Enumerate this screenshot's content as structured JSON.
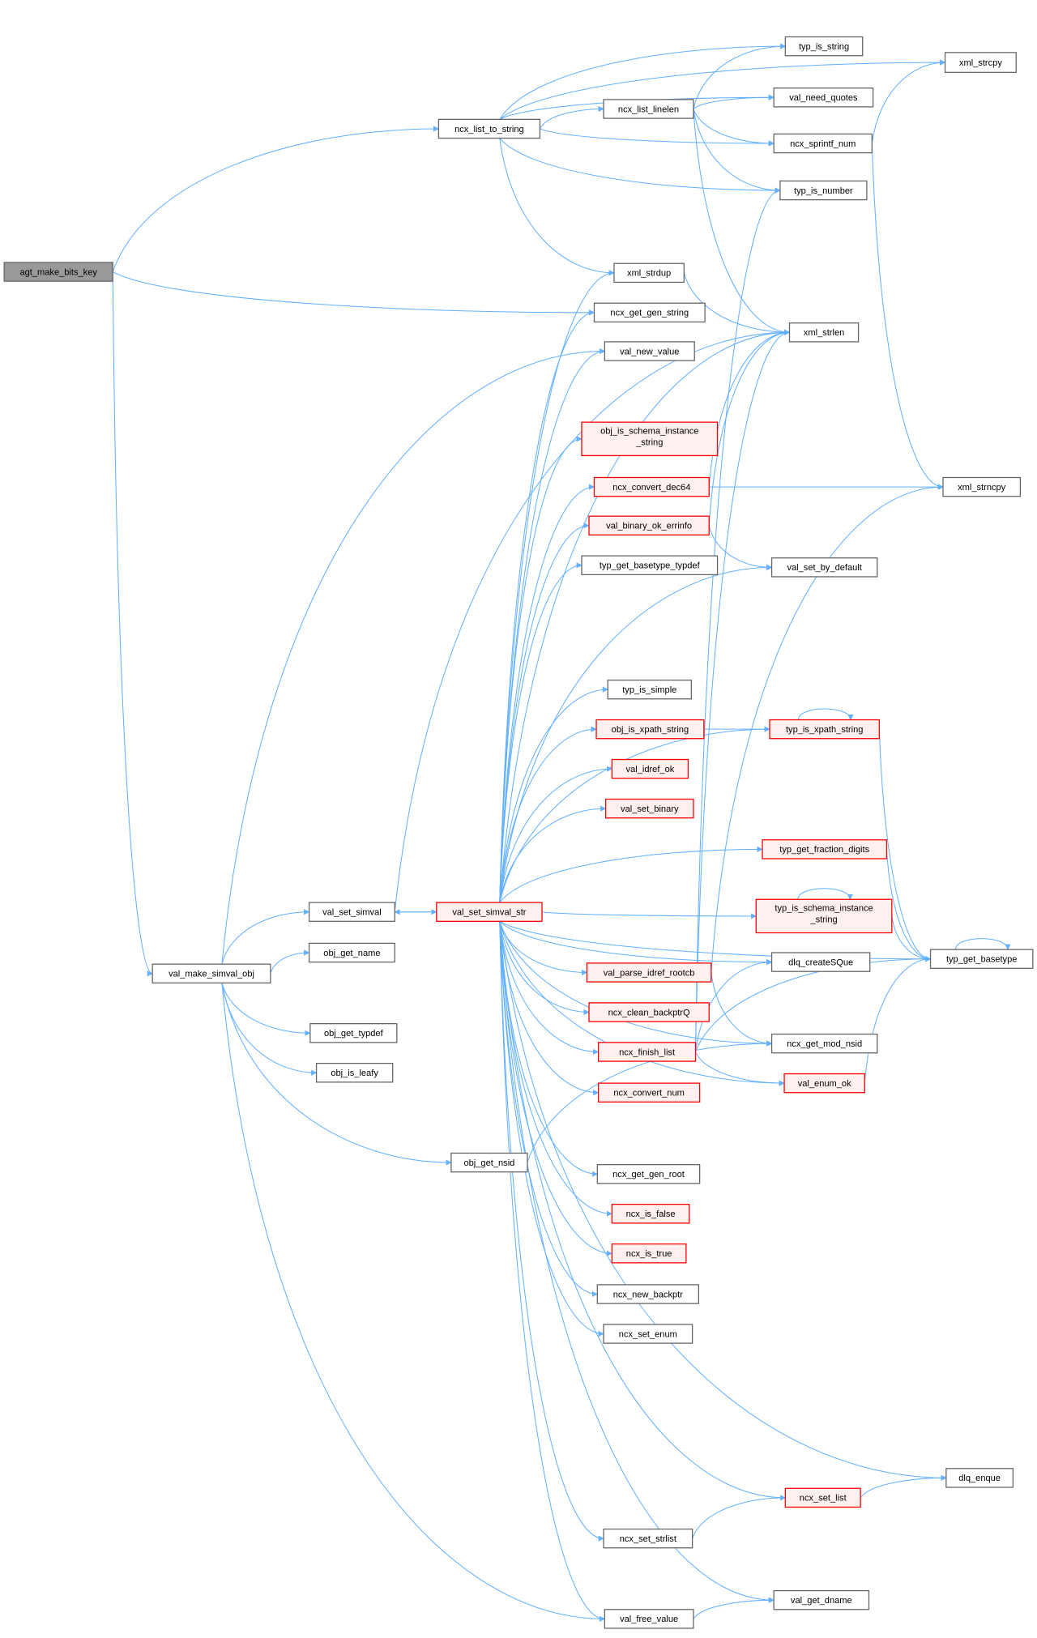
{
  "colors": {
    "edge": "#63b1ff",
    "node_fill": "#ffffff",
    "node_border": "#666666",
    "highlight_fill": "#fff0f0",
    "highlight_border": "#ff0000",
    "root_fill": "#999999"
  },
  "nodes": [
    {
      "id": "agt_make_bits_key",
      "lines": [
        "agt_make_bits_key"
      ],
      "kind": "root"
    },
    {
      "id": "ncx_list_to_string",
      "lines": [
        "ncx_list_to_string"
      ],
      "kind": "normal"
    },
    {
      "id": "typ_is_string",
      "lines": [
        "typ_is_string"
      ],
      "kind": "normal"
    },
    {
      "id": "xml_strcpy",
      "lines": [
        "xml_strcpy"
      ],
      "kind": "normal"
    },
    {
      "id": "val_need_quotes",
      "lines": [
        "val_need_quotes"
      ],
      "kind": "normal"
    },
    {
      "id": "ncx_list_linelen",
      "lines": [
        "ncx_list_linelen"
      ],
      "kind": "normal"
    },
    {
      "id": "ncx_sprintf_num",
      "lines": [
        "ncx_sprintf_num"
      ],
      "kind": "normal"
    },
    {
      "id": "typ_is_number",
      "lines": [
        "typ_is_number"
      ],
      "kind": "normal"
    },
    {
      "id": "xml_strdup",
      "lines": [
        "xml_strdup"
      ],
      "kind": "normal"
    },
    {
      "id": "ncx_get_gen_string",
      "lines": [
        "ncx_get_gen_string"
      ],
      "kind": "normal"
    },
    {
      "id": "xml_strlen",
      "lines": [
        "xml_strlen"
      ],
      "kind": "normal"
    },
    {
      "id": "val_new_value",
      "lines": [
        "val_new_value"
      ],
      "kind": "normal"
    },
    {
      "id": "obj_is_schema_instance_string",
      "lines": [
        "obj_is_schema_instance",
        "_string"
      ],
      "kind": "highlight"
    },
    {
      "id": "ncx_convert_dec64",
      "lines": [
        "ncx_convert_dec64"
      ],
      "kind": "highlight"
    },
    {
      "id": "xml_strncpy",
      "lines": [
        "xml_strncpy"
      ],
      "kind": "normal"
    },
    {
      "id": "val_binary_ok_errinfo",
      "lines": [
        "val_binary_ok_errinfo"
      ],
      "kind": "highlight"
    },
    {
      "id": "typ_get_basetype_typdef",
      "lines": [
        "typ_get_basetype_typdef"
      ],
      "kind": "normal"
    },
    {
      "id": "val_set_by_default",
      "lines": [
        "val_set_by_default"
      ],
      "kind": "normal"
    },
    {
      "id": "typ_is_simple",
      "lines": [
        "typ_is_simple"
      ],
      "kind": "normal"
    },
    {
      "id": "obj_is_xpath_string",
      "lines": [
        "obj_is_xpath_string"
      ],
      "kind": "highlight"
    },
    {
      "id": "typ_is_xpath_string",
      "lines": [
        "typ_is_xpath_string"
      ],
      "kind": "highlight"
    },
    {
      "id": "val_idref_ok",
      "lines": [
        "val_idref_ok"
      ],
      "kind": "highlight"
    },
    {
      "id": "val_set_binary",
      "lines": [
        "val_set_binary"
      ],
      "kind": "highlight"
    },
    {
      "id": "typ_get_fraction_digits",
      "lines": [
        "typ_get_fraction_digits"
      ],
      "kind": "highlight"
    },
    {
      "id": "val_set_simval",
      "lines": [
        "val_set_simval"
      ],
      "kind": "normal"
    },
    {
      "id": "val_set_simval_str",
      "lines": [
        "val_set_simval_str"
      ],
      "kind": "highlight"
    },
    {
      "id": "typ_is_schema_instance_string",
      "lines": [
        "typ_is_schema_instance",
        "_string"
      ],
      "kind": "highlight"
    },
    {
      "id": "obj_get_name",
      "lines": [
        "obj_get_name"
      ],
      "kind": "normal"
    },
    {
      "id": "val_make_simval_obj",
      "lines": [
        "val_make_simval_obj"
      ],
      "kind": "normal"
    },
    {
      "id": "dlq_createSQue",
      "lines": [
        "dlq_createSQue"
      ],
      "kind": "normal"
    },
    {
      "id": "typ_get_basetype",
      "lines": [
        "typ_get_basetype"
      ],
      "kind": "normal"
    },
    {
      "id": "val_parse_idref_rootcb",
      "lines": [
        "val_parse_idref_rootcb"
      ],
      "kind": "highlight"
    },
    {
      "id": "ncx_clean_backptrQ",
      "lines": [
        "ncx_clean_backptrQ"
      ],
      "kind": "highlight"
    },
    {
      "id": "obj_get_typdef",
      "lines": [
        "obj_get_typdef"
      ],
      "kind": "normal"
    },
    {
      "id": "ncx_get_mod_nsid",
      "lines": [
        "ncx_get_mod_nsid"
      ],
      "kind": "normal"
    },
    {
      "id": "ncx_finish_list",
      "lines": [
        "ncx_finish_list"
      ],
      "kind": "highlight"
    },
    {
      "id": "obj_is_leafy",
      "lines": [
        "obj_is_leafy"
      ],
      "kind": "normal"
    },
    {
      "id": "val_enum_ok",
      "lines": [
        "val_enum_ok"
      ],
      "kind": "highlight"
    },
    {
      "id": "ncx_convert_num",
      "lines": [
        "ncx_convert_num"
      ],
      "kind": "highlight"
    },
    {
      "id": "obj_get_nsid",
      "lines": [
        "obj_get_nsid"
      ],
      "kind": "normal"
    },
    {
      "id": "ncx_get_gen_root",
      "lines": [
        "ncx_get_gen_root"
      ],
      "kind": "normal"
    },
    {
      "id": "ncx_is_false",
      "lines": [
        "ncx_is_false"
      ],
      "kind": "highlight"
    },
    {
      "id": "ncx_is_true",
      "lines": [
        "ncx_is_true"
      ],
      "kind": "highlight"
    },
    {
      "id": "ncx_new_backptr",
      "lines": [
        "ncx_new_backptr"
      ],
      "kind": "normal"
    },
    {
      "id": "ncx_set_enum",
      "lines": [
        "ncx_set_enum"
      ],
      "kind": "normal"
    },
    {
      "id": "dlq_enque",
      "lines": [
        "dlq_enque"
      ],
      "kind": "normal"
    },
    {
      "id": "ncx_set_list",
      "lines": [
        "ncx_set_list"
      ],
      "kind": "highlight"
    },
    {
      "id": "ncx_set_strlist",
      "lines": [
        "ncx_set_strlist"
      ],
      "kind": "normal"
    },
    {
      "id": "val_get_dname",
      "lines": [
        "val_get_dname"
      ],
      "kind": "normal"
    },
    {
      "id": "val_free_value",
      "lines": [
        "val_free_value"
      ],
      "kind": "normal"
    }
  ],
  "edges": [
    [
      "agt_make_bits_key",
      "ncx_list_to_string"
    ],
    [
      "agt_make_bits_key",
      "ncx_get_gen_string"
    ],
    [
      "agt_make_bits_key",
      "val_make_simval_obj"
    ],
    [
      "ncx_list_to_string",
      "typ_is_string"
    ],
    [
      "ncx_list_to_string",
      "xml_strcpy"
    ],
    [
      "ncx_list_to_string",
      "val_need_quotes"
    ],
    [
      "ncx_list_to_string",
      "ncx_list_linelen"
    ],
    [
      "ncx_list_to_string",
      "ncx_sprintf_num"
    ],
    [
      "ncx_list_to_string",
      "typ_is_number"
    ],
    [
      "ncx_list_to_string",
      "xml_strdup"
    ],
    [
      "ncx_list_linelen",
      "typ_is_string"
    ],
    [
      "ncx_list_linelen",
      "val_need_quotes"
    ],
    [
      "ncx_list_linelen",
      "ncx_sprintf_num"
    ],
    [
      "ncx_list_linelen",
      "typ_is_number"
    ],
    [
      "ncx_list_linelen",
      "xml_strlen"
    ],
    [
      "ncx_sprintf_num",
      "xml_strcpy"
    ],
    [
      "ncx_sprintf_num",
      "xml_strncpy"
    ],
    [
      "xml_strdup",
      "xml_strlen"
    ],
    [
      "val_make_simval_obj",
      "val_set_simval"
    ],
    [
      "val_make_simval_obj",
      "obj_get_name"
    ],
    [
      "val_make_simval_obj",
      "obj_get_typdef"
    ],
    [
      "val_make_simval_obj",
      "obj_is_leafy"
    ],
    [
      "val_make_simval_obj",
      "obj_get_nsid"
    ],
    [
      "val_make_simval_obj",
      "val_free_value"
    ],
    [
      "val_make_simval_obj",
      "val_new_value"
    ],
    [
      "val_set_simval",
      "val_set_simval_str"
    ],
    [
      "val_set_simval",
      "xml_strlen"
    ],
    [
      "val_set_simval_str",
      "val_set_simval"
    ],
    [
      "val_set_simval_str",
      "xml_strdup"
    ],
    [
      "val_set_simval_str",
      "ncx_get_gen_string"
    ],
    [
      "val_set_simval_str",
      "val_new_value"
    ],
    [
      "val_set_simval_str",
      "xml_strlen"
    ],
    [
      "val_set_simval_str",
      "obj_is_schema_instance_string"
    ],
    [
      "val_set_simval_str",
      "ncx_convert_dec64"
    ],
    [
      "val_set_simval_str",
      "val_binary_ok_errinfo"
    ],
    [
      "val_set_simval_str",
      "typ_get_basetype_typdef"
    ],
    [
      "val_set_simval_str",
      "val_set_by_default"
    ],
    [
      "val_set_simval_str",
      "typ_is_simple"
    ],
    [
      "val_set_simval_str",
      "obj_is_xpath_string"
    ],
    [
      "val_set_simval_str",
      "typ_is_xpath_string"
    ],
    [
      "val_set_simval_str",
      "val_idref_ok"
    ],
    [
      "val_set_simval_str",
      "val_set_binary"
    ],
    [
      "val_set_simval_str",
      "typ_get_fraction_digits"
    ],
    [
      "val_set_simval_str",
      "typ_is_schema_instance_string"
    ],
    [
      "val_set_simval_str",
      "dlq_createSQue"
    ],
    [
      "val_set_simval_str",
      "val_parse_idref_rootcb"
    ],
    [
      "val_set_simval_str",
      "ncx_clean_backptrQ"
    ],
    [
      "val_set_simval_str",
      "ncx_finish_list"
    ],
    [
      "val_set_simval_str",
      "ncx_convert_num"
    ],
    [
      "val_set_simval_str",
      "val_enum_ok"
    ],
    [
      "val_set_simval_str",
      "ncx_get_gen_root"
    ],
    [
      "val_set_simval_str",
      "ncx_is_false"
    ],
    [
      "val_set_simval_str",
      "ncx_is_true"
    ],
    [
      "val_set_simval_str",
      "ncx_new_backptr"
    ],
    [
      "val_set_simval_str",
      "ncx_set_enum"
    ],
    [
      "val_set_simval_str",
      "ncx_get_mod_nsid"
    ],
    [
      "val_set_simval_str",
      "typ_get_basetype"
    ],
    [
      "val_set_simval_str",
      "dlq_enque"
    ],
    [
      "val_set_simval_str",
      "ncx_set_list"
    ],
    [
      "val_set_simval_str",
      "ncx_set_strlist"
    ],
    [
      "val_set_simval_str",
      "val_get_dname"
    ],
    [
      "val_set_simval_str",
      "val_free_value"
    ],
    [
      "ncx_convert_dec64",
      "xml_strlen"
    ],
    [
      "ncx_convert_dec64",
      "xml_strncpy"
    ],
    [
      "val_binary_ok_errinfo",
      "xml_strlen"
    ],
    [
      "val_binary_ok_errinfo",
      "val_set_by_default"
    ],
    [
      "obj_is_xpath_string",
      "typ_is_xpath_string"
    ],
    [
      "typ_is_xpath_string",
      "typ_is_xpath_string"
    ],
    [
      "typ_is_xpath_string",
      "typ_get_basetype"
    ],
    [
      "typ_get_fraction_digits",
      "typ_get_basetype"
    ],
    [
      "typ_is_schema_instance_string",
      "typ_is_schema_instance_string"
    ],
    [
      "typ_is_schema_instance_string",
      "typ_get_basetype"
    ],
    [
      "typ_get_basetype",
      "typ_get_basetype"
    ],
    [
      "val_parse_idref_rootcb",
      "xml_strncpy"
    ],
    [
      "val_parse_idref_rootcb",
      "ncx_get_mod_nsid"
    ],
    [
      "ncx_finish_list",
      "typ_is_number"
    ],
    [
      "ncx_finish_list",
      "dlq_createSQue"
    ],
    [
      "ncx_finish_list",
      "typ_get_basetype"
    ],
    [
      "ncx_finish_list",
      "val_enum_ok"
    ],
    [
      "ncx_finish_list",
      "xml_strlen"
    ],
    [
      "val_enum_ok",
      "typ_get_basetype"
    ],
    [
      "obj_get_nsid",
      "ncx_get_mod_nsid"
    ],
    [
      "ncx_set_list",
      "dlq_enque"
    ],
    [
      "ncx_set_strlist",
      "ncx_set_list"
    ],
    [
      "val_free_value",
      "val_get_dname"
    ]
  ]
}
